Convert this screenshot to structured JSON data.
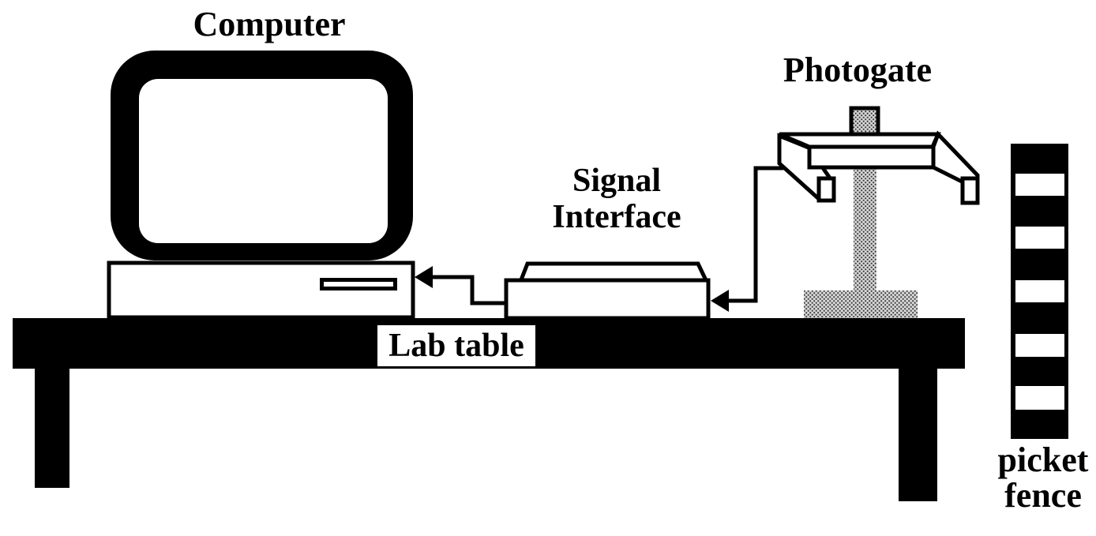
{
  "labels": {
    "computer": "Computer",
    "photogate": "Photogate",
    "signal_line1": "Signal",
    "signal_line2": "Interface",
    "lab_table": "Lab table",
    "picket_line1": "picket",
    "picket_line2": "fence"
  },
  "colors": {
    "ink": "#000000",
    "paper": "#ffffff",
    "stand_gray_base": "#d6d6d6",
    "stand_gray_dots": "#3a3a3a"
  },
  "icons": {
    "arrow_to_computer": "left-arrowhead",
    "arrow_to_interface": "left-arrowhead"
  },
  "picket_fence": {
    "slot_count": 5
  },
  "connections": [
    {
      "from": "signal-interface",
      "to": "computer"
    },
    {
      "from": "photogate",
      "to": "signal-interface"
    }
  ]
}
